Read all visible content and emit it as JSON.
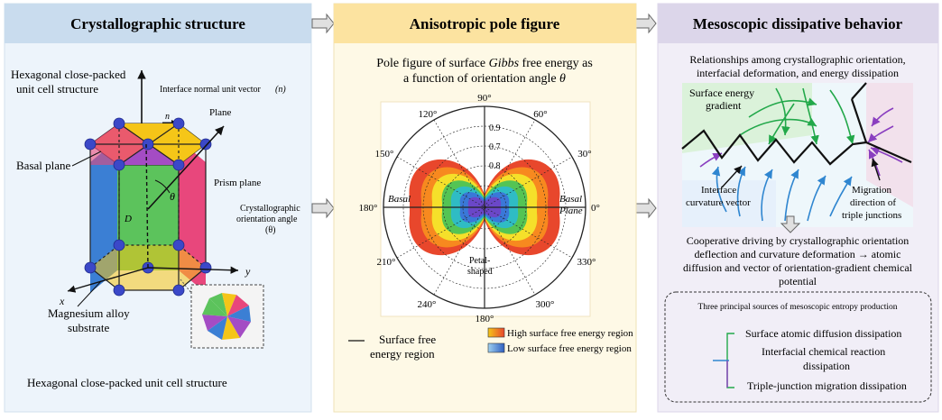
{
  "colors": {
    "panel1_header": "#c9dcee",
    "panel1_body": "#edf4fb",
    "panel2_header": "#fce3a0",
    "panel2_body": "#fef9e6",
    "panel3_header": "#dcd6ea",
    "panel3_body": "#f1eef7",
    "basal_top": "#f5c518",
    "prism_left": "#3b7fd4",
    "prism_mid": "#5cc35c",
    "prism_right": "#e8477c",
    "top_purple": "#a44cc4",
    "node": "#3b48c8",
    "green_flow": "#22a84a",
    "blue_flow": "#2f86d0",
    "purple_flow": "#8a3fc0"
  },
  "panel1": {
    "title": "Crystallographic structure",
    "hcp_label_1": "Hexagonal close-packed",
    "hcp_label_2": "unit cell structure",
    "interface_normal": "Interface normal unit vector",
    "n_vec": "(n)",
    "n_short": "n",
    "plane": "Plane",
    "basal_plane": "Basal plane",
    "prism_plane": "Prism plane",
    "theta": "θ",
    "orient_1": "Crystallographic",
    "orient_2": "orientation angle",
    "orient_3": "(θ)",
    "d_label": "D",
    "x_axis": "x",
    "y_axis": "y",
    "substrate_1": "Magnesium alloy",
    "substrate_2": "substrate",
    "caption": "Hexagonal close-packed unit cell structure"
  },
  "panel2": {
    "title": "Anisotropic pole figure",
    "subtitle_1a": "Pole figure of surface ",
    "subtitle_1b": "Gibbs",
    "subtitle_1c": " free energy as",
    "subtitle_2a": "a function of orientation angle ",
    "subtitle_2b": "θ",
    "angles": [
      "90°",
      "60°",
      "30°",
      "0°",
      "330°",
      "300°",
      "180°",
      "240°",
      "210°",
      "180°",
      "150°",
      "120°"
    ],
    "radial": [
      "0.9",
      "0.7",
      "0.8"
    ],
    "basal_left": "Basal",
    "basal_right_1": "Basal",
    "basal_right_2": "Plane",
    "petal_1": "Petal-",
    "petal_2": "shaped",
    "legend_line_1": "Surface free",
    "legend_line_2": "energy region",
    "legend_high": "High surface free energy region",
    "legend_low": "Low surface free energy region"
  },
  "panel3": {
    "title": "Mesoscopic dissipative behavior",
    "rel_1": "Relationships among crystallographic orientation,",
    "rel_2": "interfacial deformation, and energy dissipation",
    "grad_1": "Surface energy",
    "grad_2": "gradient",
    "curv_1": "Interface",
    "curv_2": "curvature vector",
    "mig_1": "Migration",
    "mig_2": "direction of",
    "mig_3": "triple junctions",
    "coop_1": "Cooperative driving by crystallographic orientation",
    "coop_2": "deflection and curvature deformation → atomic",
    "coop_3": "diffusion and vector of orientation-gradient chemical",
    "coop_4": "potential",
    "box_title": "Three principal sources of mesoscopic entropy production",
    "src_1": "Surface atomic diffusion dissipation",
    "src_2a": "Interfacial chemical reaction",
    "src_2b": "dissipation",
    "src_3": "Triple-junction migration dissipation"
  }
}
